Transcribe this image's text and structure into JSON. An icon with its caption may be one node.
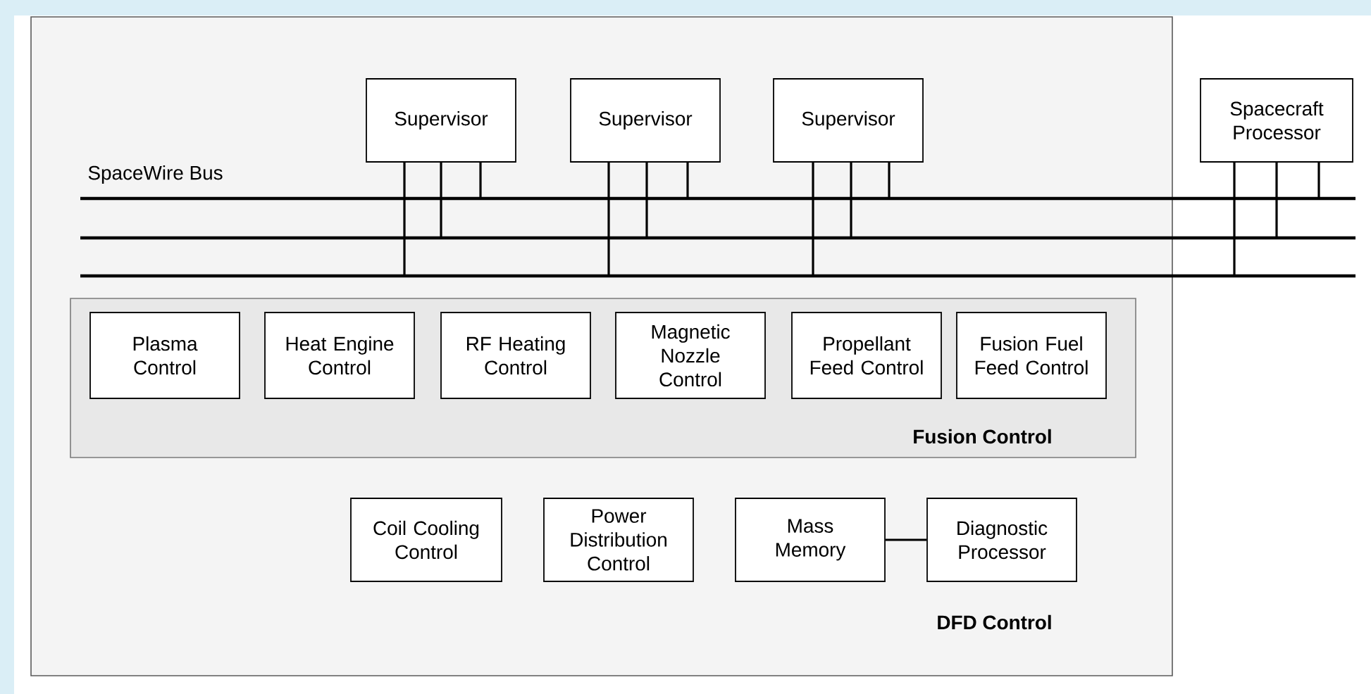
{
  "diagram": {
    "nodes": [
      {
        "text": [
          "DFD Control"
        ]
      },
      {
        "text": [
          "Supervisor"
        ],
        "in": 0
      },
      {
        "text": [
          "Supervisor"
        ],
        "in": 0
      },
      {
        "text": [
          "Supervisor"
        ],
        "in": 0
      },
      {
        "text": [
          "Spacecraft Processor"
        ]
      },
      {
        "text": [],
        "shape": "bar"
      },
      {
        "text": [],
        "shape": "bar"
      },
      {
        "text": [],
        "shape": "bar"
      },
      {
        "text": [
          "Fusion Control"
        ],
        "in": 0
      },
      {
        "text": [
          "Plasma Control"
        ],
        "in": 8
      },
      {
        "text": [
          "Heat Engine Control"
        ],
        "in": 8
      },
      {
        "text": [
          "RF Heating Control"
        ],
        "in": 8
      },
      {
        "text": [
          "Magnetic Nozzle Control"
        ],
        "in": 8
      },
      {
        "text": [
          "Propellant Feed Control"
        ],
        "in": 8
      },
      {
        "text": [
          "Fusion Fuel Feed Control"
        ],
        "in": 8
      },
      {
        "text": [
          "Coil Cooling Control"
        ],
        "in": 0
      },
      {
        "text": [
          "Power Distribution Control"
        ],
        "in": 0
      },
      {
        "text": [
          "Mass Memory"
        ],
        "in": 0
      },
      {
        "text": [
          "Diagnostic Processor"
        ],
        "in": 0
      }
    ],
    "edges": [
      {
        "from": 1,
        "to": 7,
        "arrow": "none"
      },
      {
        "from": 1,
        "to": 6,
        "arrow": "none"
      },
      {
        "from": 1,
        "to": 5,
        "arrow": "none"
      },
      {
        "from": 2,
        "to": 7,
        "arrow": "none"
      },
      {
        "from": 2,
        "to": 6,
        "arrow": "none"
      },
      {
        "from": 2,
        "to": 5,
        "arrow": "none"
      },
      {
        "from": 3,
        "to": 7,
        "arrow": "none"
      },
      {
        "from": 3,
        "to": 6,
        "arrow": "none"
      },
      {
        "from": 3,
        "to": 5,
        "arrow": "none"
      },
      {
        "from": 4,
        "to": 7,
        "arrow": "none"
      },
      {
        "from": 4,
        "to": 6,
        "arrow": "none"
      },
      {
        "from": 4,
        "to": 5,
        "arrow": "none"
      },
      {
        "from": 17,
        "to": 18,
        "arrow": "none"
      }
    ],
    "labels": [
      "SpaceWire Bus"
    ]
  }
}
